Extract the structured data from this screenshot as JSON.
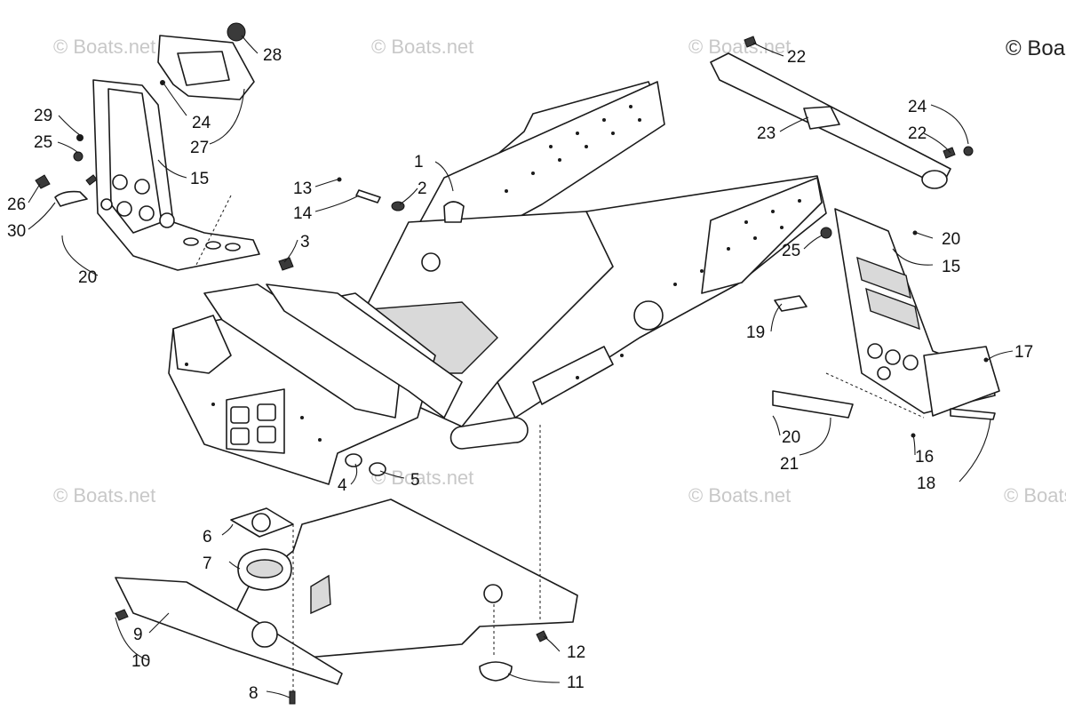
{
  "watermark": {
    "text": "© Boats.net",
    "corner_text": "© Boa"
  },
  "callouts": [
    "1",
    "2",
    "3",
    "4",
    "5",
    "6",
    "7",
    "8",
    "9",
    "10",
    "11",
    "12",
    "13",
    "14",
    "15",
    "15",
    "16",
    "17",
    "18",
    "19",
    "20",
    "20",
    "20",
    "21",
    "22",
    "22",
    "23",
    "24",
    "24",
    "25",
    "25",
    "26",
    "27",
    "28",
    "29",
    "30"
  ],
  "colors": {
    "line": "#1a1a1a",
    "watermark": "#c8c8c8",
    "background": "#ffffff"
  }
}
